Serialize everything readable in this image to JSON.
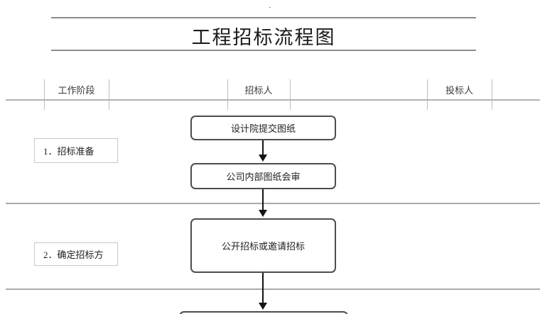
{
  "misc": {
    "top_dot": "·"
  },
  "title": {
    "text": "工程招标流程图"
  },
  "header": {
    "columns": [
      {
        "label": "工作阶段"
      },
      {
        "label": "招标人"
      },
      {
        "label": "投标人"
      }
    ]
  },
  "stages": [
    {
      "label": "1．招标准备"
    },
    {
      "label": "2．确定招标方"
    }
  ],
  "flow": {
    "boxes": [
      {
        "label": "设计院提交图纸"
      },
      {
        "label": "公司内部图纸会审"
      },
      {
        "label": "公开招标或邀请招标"
      }
    ]
  },
  "colors": {
    "title_rule": "#8c8c8c",
    "header_rule": "#b3b3b3",
    "divider": "#ababab",
    "flow_box_border": "#4d4d4d",
    "stage_box_border": "#c9c9c9",
    "arrow": "#141414",
    "text": "#1f1f1f"
  }
}
